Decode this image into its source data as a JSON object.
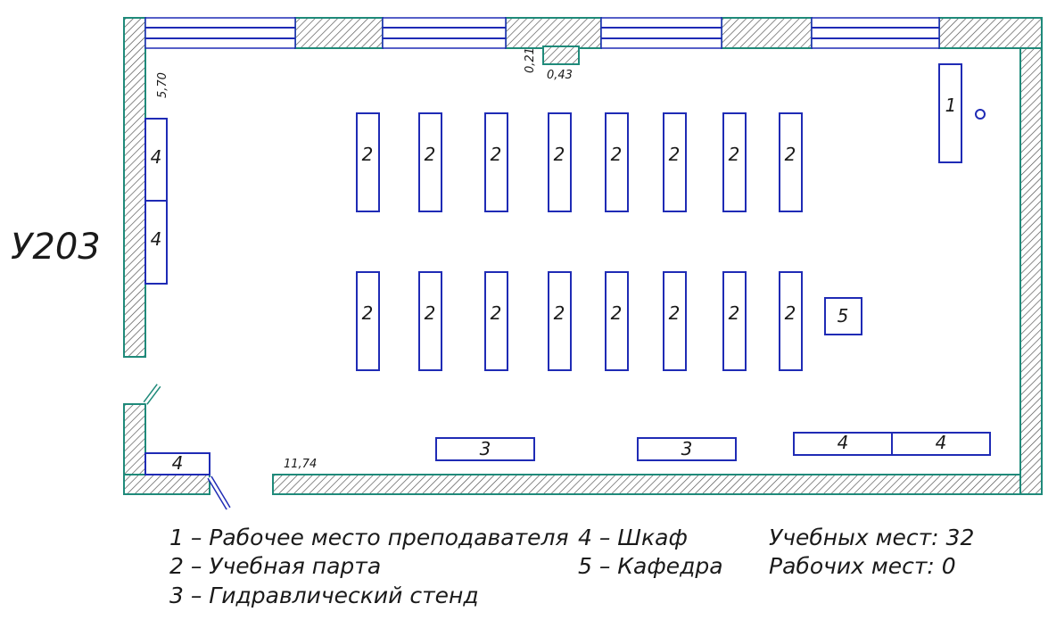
{
  "room": {
    "code": "У203",
    "dim_top_wall_thickness": "0,21",
    "dim_pier_width": "0,43",
    "dim_room_width": "5,70",
    "dim_room_length": "11,74"
  },
  "furniture": {
    "teacher_desk": {
      "number": "1"
    },
    "student_desks": [
      "2",
      "2",
      "2",
      "2",
      "2",
      "2",
      "2",
      "2",
      "2",
      "2",
      "2",
      "2",
      "2",
      "2",
      "2",
      "2"
    ],
    "stands": [
      "3",
      "3"
    ],
    "cabinets": [
      "4",
      "4",
      "4",
      "4",
      "4"
    ],
    "lectern": {
      "number": "5"
    }
  },
  "legend": {
    "items": [
      "1 – Рабочее место преподавателя",
      "2 – Учебная парта",
      "3 – Гидравлический стенд",
      "4 – Шкаф",
      "5 – Кафедра"
    ],
    "stats": [
      "Учебных мест: 32",
      "Рабочих мест: 0"
    ]
  },
  "colors": {
    "wall_outline": "#1f8a7a",
    "furniture_outline": "#1f2bb5",
    "text": "#1a1a1a"
  }
}
